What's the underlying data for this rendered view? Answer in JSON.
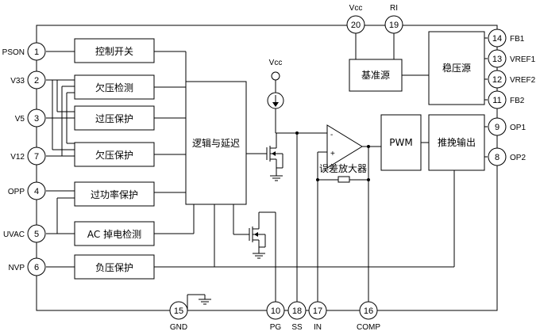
{
  "pins": {
    "p1": {
      "num": "1",
      "label": "PSON"
    },
    "p2": {
      "num": "2",
      "label": "V33"
    },
    "p3": {
      "num": "3",
      "label": "V5"
    },
    "p7": {
      "num": "7",
      "label": "V12"
    },
    "p4": {
      "num": "4",
      "label": "OPP"
    },
    "p5": {
      "num": "5",
      "label": "UVAC"
    },
    "p6": {
      "num": "6",
      "label": "NVP"
    },
    "p15": {
      "num": "15",
      "label": "GND"
    },
    "p10": {
      "num": "10",
      "label": "PG"
    },
    "p18": {
      "num": "18",
      "label": "SS"
    },
    "p17": {
      "num": "17",
      "label": "IN"
    },
    "p16": {
      "num": "16",
      "label": "COMP"
    },
    "p20": {
      "num": "20",
      "label": "Vcc"
    },
    "p19": {
      "num": "19",
      "label": "RI"
    },
    "p14": {
      "num": "14",
      "label": "FB1"
    },
    "p13": {
      "num": "13",
      "label": "VREF1"
    },
    "p12": {
      "num": "12",
      "label": "VREF2"
    },
    "p11": {
      "num": "11",
      "label": "FB2"
    },
    "p9": {
      "num": "9",
      "label": "OP1"
    },
    "p8": {
      "num": "8",
      "label": "OP2"
    }
  },
  "blocks": {
    "switch_ctrl": "控制开关",
    "uv_detect": "欠压检测",
    "ov_protect": "过压保护",
    "uv_protect": "欠压保护",
    "opp_protect": "过功率保护",
    "ac_drop": "AC 掉电检测",
    "neg_protect": "负压保护",
    "logic_delay": "逻辑与延迟",
    "reference": "基准源",
    "regulator": "稳压源",
    "pwm": "PWM",
    "push_pull": "推挽输出",
    "error_amp": "误差放大器"
  },
  "labels": {
    "vcc_supply": "Vcc",
    "amp_minus": "-",
    "amp_plus": "+"
  }
}
